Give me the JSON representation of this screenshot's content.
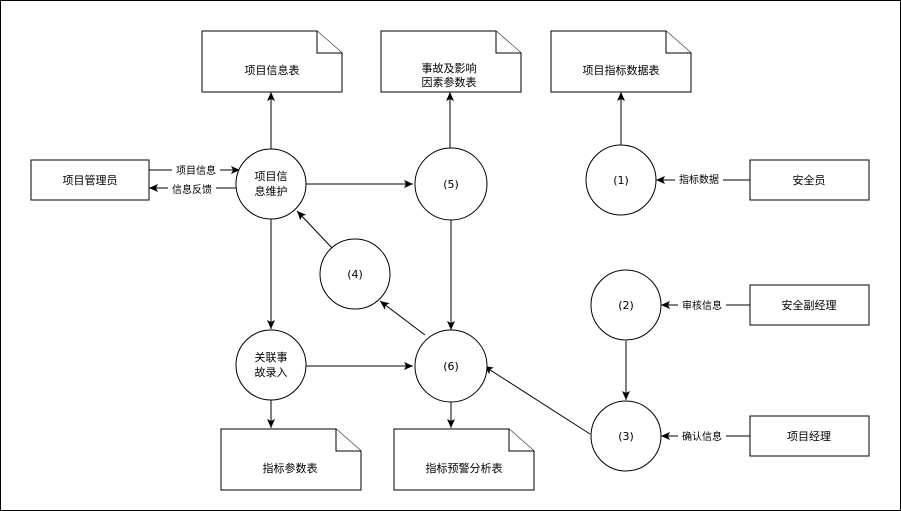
{
  "nodes": {
    "project_admin": "项目管理员",
    "project_info_maintain": [
      "项目信",
      "息维护"
    ],
    "project_info_table": "项目信息表",
    "accident_factor_table": [
      "事故及影响",
      "因素参数表"
    ],
    "project_indicator_table": "项目指标数据表",
    "process_1": "(1)",
    "safety_officer": "安全员",
    "process_2": "(2)",
    "deputy_safety_manager": "安全副经理",
    "process_3": "(3)",
    "project_manager": "项目经理",
    "process_4": "(4)",
    "process_5": "(5)",
    "process_6": "(6)",
    "related_accident_entry": [
      "关联事",
      "故录入"
    ],
    "indicator_param_table": "指标参数表",
    "indicator_warning_table": "指标预警分析表"
  },
  "edges": {
    "project_info": "项目信息",
    "info_feedback": "信息反馈",
    "indicator_data": "指标数据",
    "review_info": "审核信息",
    "confirm_info": "确认信息"
  }
}
